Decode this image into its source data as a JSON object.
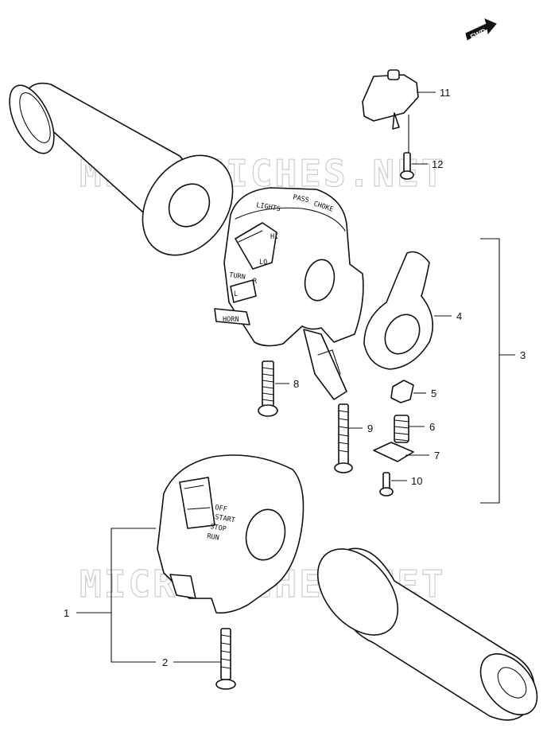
{
  "diagram": {
    "fwd_badge": "FWD",
    "watermark": "MICROFICHES.NET",
    "callouts": {
      "p1": "1",
      "p2": "2",
      "p3": "3",
      "p4": "4",
      "p5": "5",
      "p6": "6",
      "p7": "7",
      "p8": "8",
      "p9": "9",
      "p10": "10",
      "p11": "11",
      "p12": "12"
    },
    "switch_labels": {
      "pass": "PASS",
      "choke": "CHOKE",
      "lights": "LIGHTS",
      "hi": "HI",
      "lo": "LO",
      "turn": "TURN",
      "r": "R",
      "l": "L",
      "horn": "HORN",
      "off": "OFF",
      "start": "START",
      "stop": "STOP",
      "run": "RUN"
    }
  }
}
